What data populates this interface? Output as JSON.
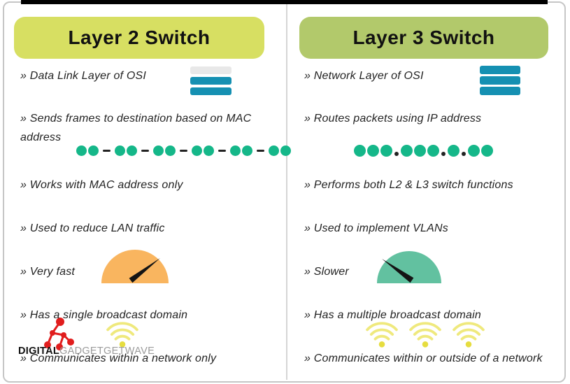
{
  "columns": {
    "left": {
      "header": "Layer 2 Switch",
      "rows": {
        "osi": "» Data Link Layer of OSI",
        "forwarding_line1": "» Sends frames to destination based on MAC",
        "forwarding_line2": "address",
        "works_with": "» Works with MAC address only",
        "usage": "» Used to reduce LAN traffic",
        "speed": "» Very fast",
        "broadcast": "» Has a single broadcast domain",
        "communication": "» Communicates within a network only"
      },
      "address_icon": {
        "type": "mac-address-dots",
        "groups": [
          2,
          2,
          2,
          2,
          2,
          2
        ],
        "separator": "-"
      }
    },
    "right": {
      "header": "Layer 3 Switch",
      "rows": {
        "osi": "» Network Layer of OSI",
        "forwarding_line1": "» Routes packets using IP address",
        "works_with": "» Performs both L2 & L3 switch functions",
        "usage": "» Used to implement VLANs",
        "speed": "» Slower",
        "broadcast": "» Has a multiple broadcast domain",
        "communication": "» Communicates within or outside of a network"
      },
      "address_icon": {
        "type": "ip-address-dots",
        "groups": [
          3,
          3,
          1,
          2
        ],
        "separator": "."
      }
    }
  },
  "icons": {
    "switch_left_layers": [
      "#e8e8e8",
      "#1590b2",
      "#1590b2"
    ],
    "switch_right_layers": [
      "#1590b2",
      "#1590b2",
      "#1590b2"
    ]
  },
  "watermark": {
    "brand_bold": "DIGITAL",
    "brand_light": "GADGETGETWAVE"
  },
  "colors": {
    "header_left_bg": "#d7df62",
    "header_right_bg": "#b2c96b",
    "text": "#222222",
    "top_bar": "#000000",
    "card_border": "#c6c6c6",
    "dot_color": "#15b789",
    "gauge_left_color": "#f9b55f",
    "gauge_right_color": "#62c1a0",
    "wifi_color": "#efe97d",
    "wifi_dot_color": "#e6dd3f",
    "watermark_red": "#e11d1d"
  }
}
